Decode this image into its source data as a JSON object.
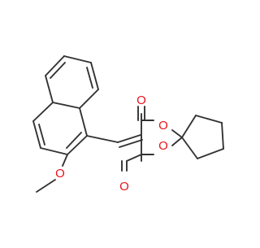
{
  "molecule": {
    "atom_colors": {
      "carbon": "#333333",
      "oxygen": "#e8121b"
    },
    "labels": {
      "carbonyl_top": "O",
      "ring_oxygen_top": "O",
      "ring_oxygen_bottom": "O",
      "carbonyl_bottom": "O",
      "methoxy_oxygen": "O"
    }
  }
}
